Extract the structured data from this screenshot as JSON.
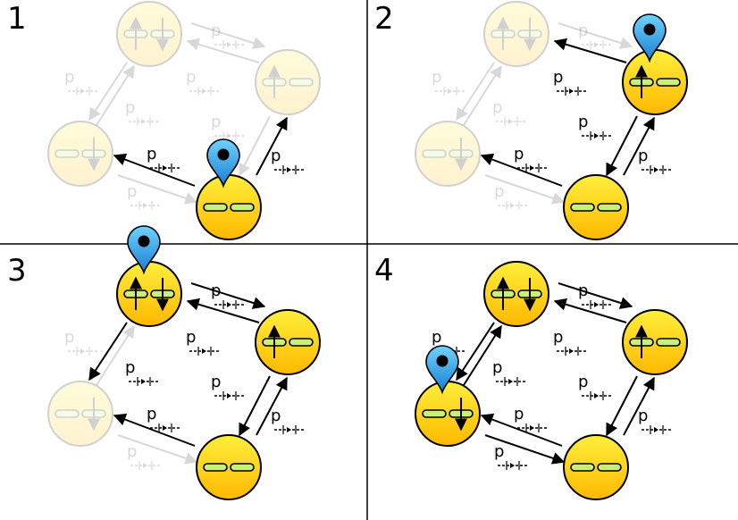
{
  "panels": [
    {
      "number": "1",
      "active": [
        "e"
      ],
      "marker": "e",
      "visible_arrows": [
        "e-d",
        "e-u"
      ],
      "labels": [
        {
          "text": "p",
          "at": "e-d"
        },
        {
          "text": "p",
          "at": "e-u"
        }
      ]
    },
    {
      "number": "2",
      "active": [
        "e",
        "u"
      ],
      "marker": "u",
      "visible_arrows": [
        "e-d",
        "e-u",
        "u-e",
        "u-ud"
      ],
      "labels": [
        {
          "text": "p",
          "at": "e-d"
        },
        {
          "text": "p",
          "at": "e-u"
        },
        {
          "text": "p",
          "at": "u-e"
        },
        {
          "text": "p",
          "at": "u-ud"
        }
      ]
    },
    {
      "number": "3",
      "active": [
        "e",
        "u",
        "ud"
      ],
      "marker": "ud",
      "visible_arrows": [
        "e-d",
        "e-u",
        "u-e",
        "u-ud",
        "ud-u",
        "ud-d"
      ],
      "labels": [
        {
          "text": "p",
          "at": "e-d"
        },
        {
          "text": "p",
          "at": "e-u"
        },
        {
          "text": "p",
          "at": "u-e"
        },
        {
          "text": "p",
          "at": "u-ud"
        },
        {
          "text": "p",
          "at": "ud-u"
        },
        {
          "text": "p",
          "at": "ud-d"
        }
      ]
    },
    {
      "number": "4",
      "active": [
        "e",
        "u",
        "ud",
        "d"
      ],
      "marker": "d",
      "visible_arrows": [
        "e-d",
        "e-u",
        "u-e",
        "u-ud",
        "ud-u",
        "ud-d",
        "d-ud",
        "d-e"
      ],
      "labels": [
        {
          "text": "p",
          "at": "e-d"
        },
        {
          "text": "p",
          "at": "e-u"
        },
        {
          "text": "p",
          "at": "u-e"
        },
        {
          "text": "p",
          "at": "u-ud"
        },
        {
          "text": "p",
          "at": "ud-u"
        },
        {
          "text": "p",
          "at": "ud-d"
        },
        {
          "text": "p",
          "at": "d-ud"
        },
        {
          "text": "p",
          "at": "d-e"
        }
      ]
    }
  ],
  "colors": {
    "node_top": "#ffef3c",
    "node_bottom": "#ffb800",
    "orbital": "#c8f07a",
    "marker_top": "#6fd2ff",
    "marker_bottom": "#1a7fd0",
    "arrow": "#000000",
    "divider": "#000000"
  },
  "icons": {
    "marker": "map-pin-icon",
    "state": "orbital-state-icon"
  }
}
